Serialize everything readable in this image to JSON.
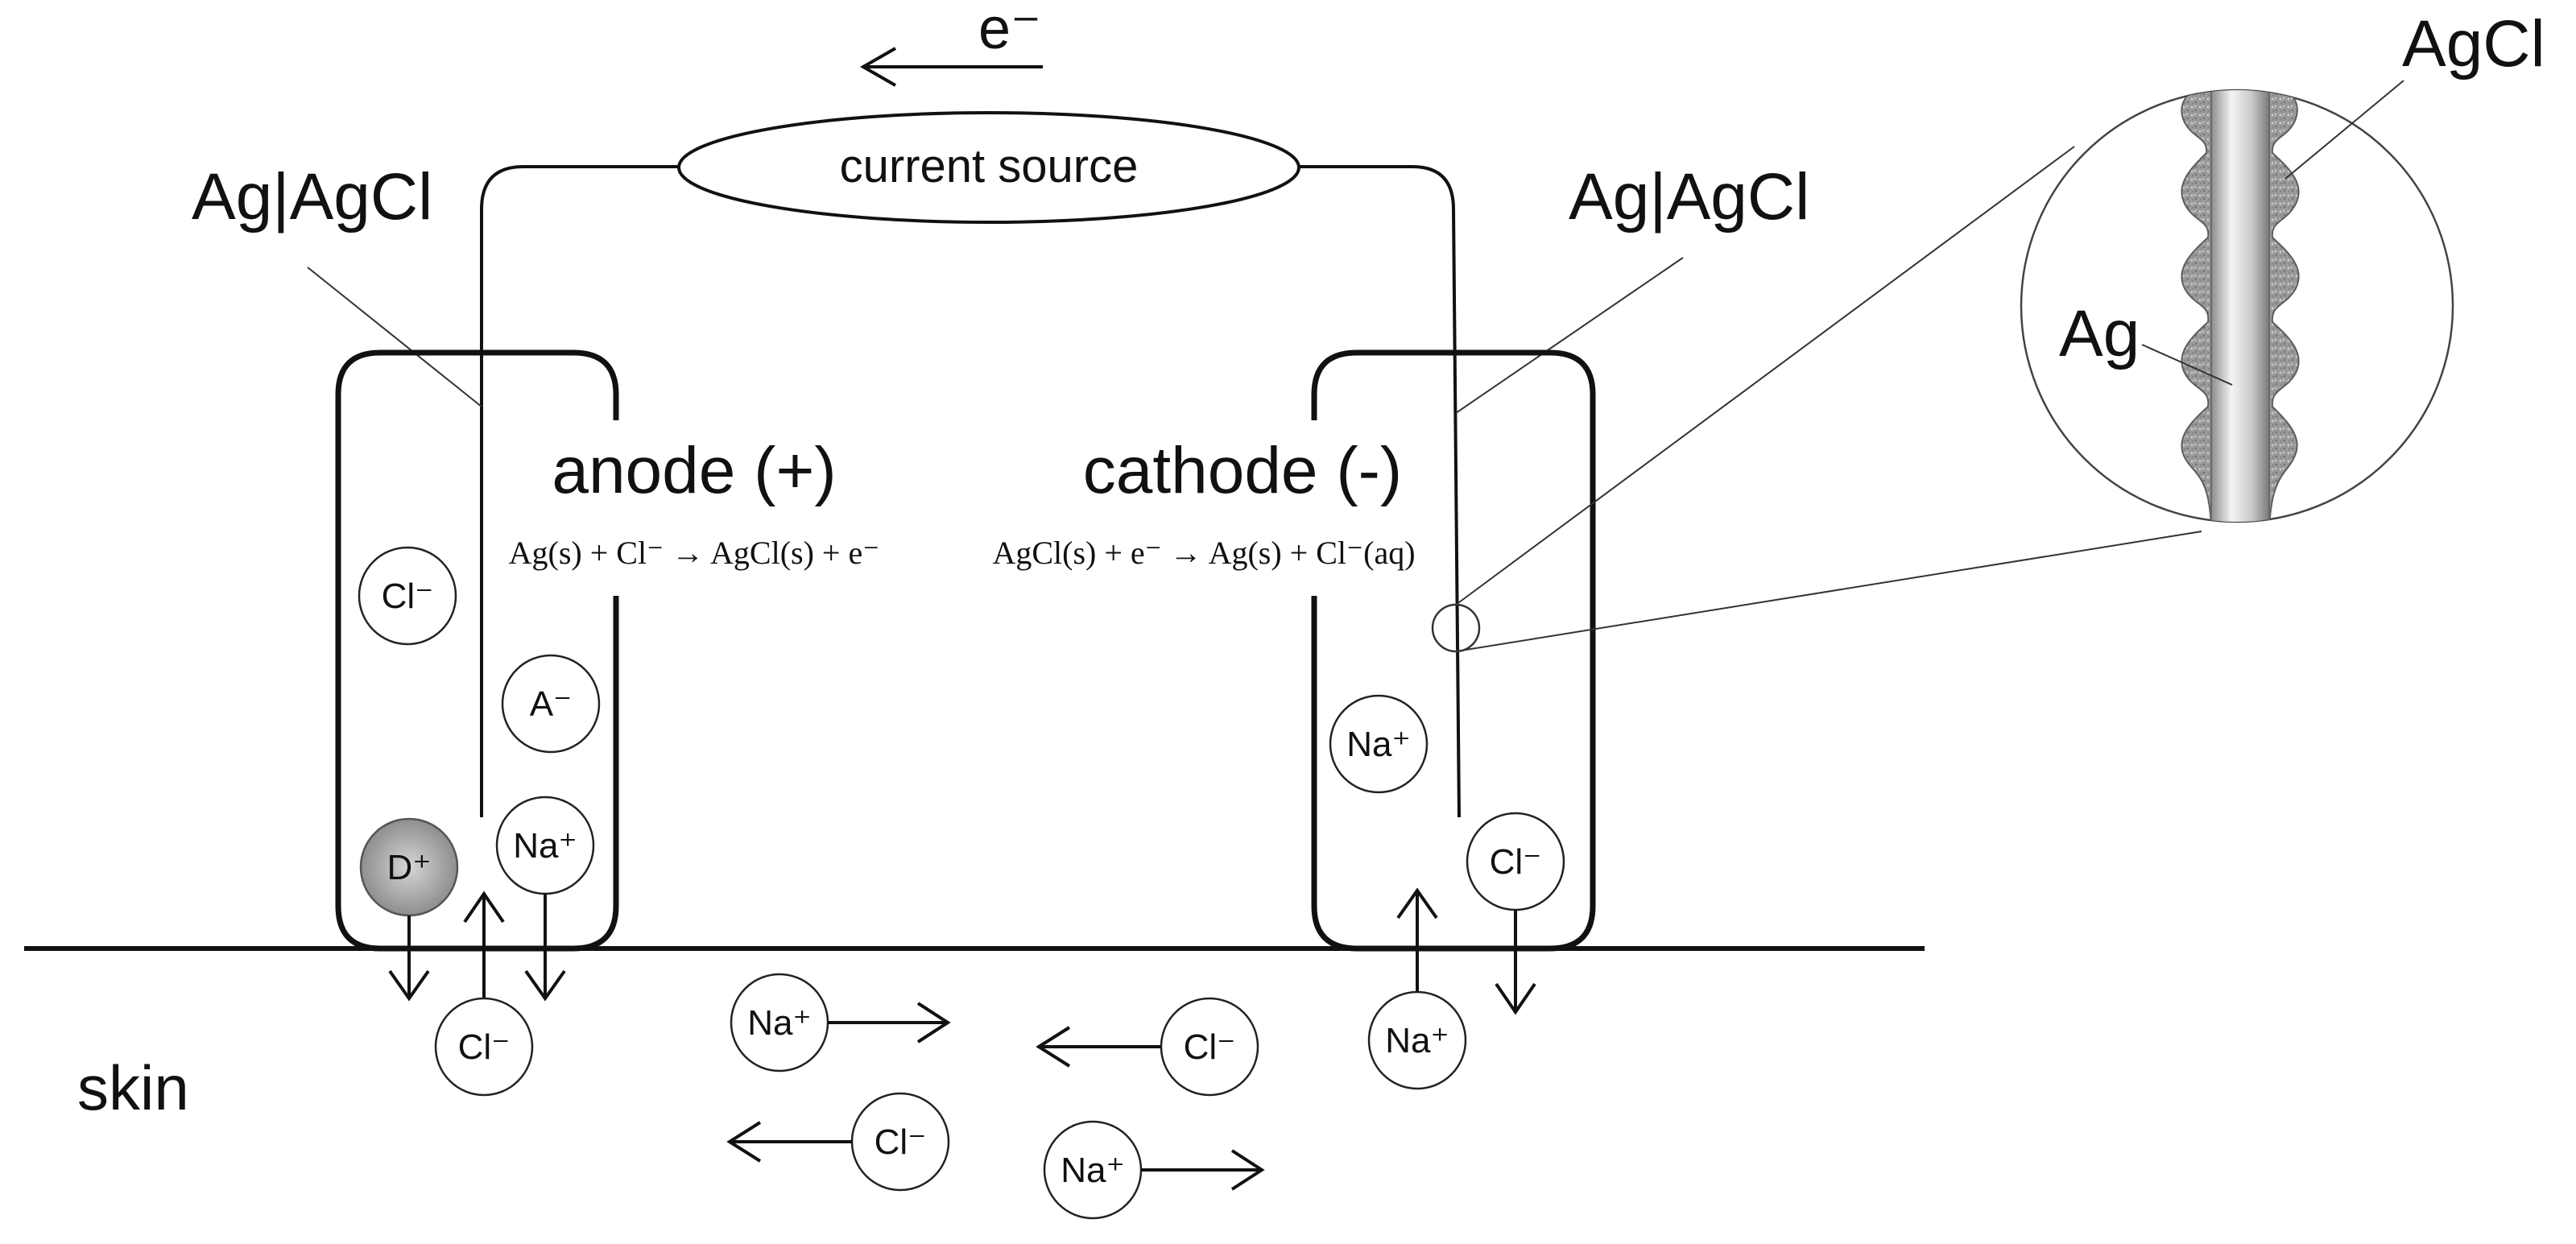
{
  "labels": {
    "electron": "e⁻",
    "current_source": "current source",
    "anode_electrode": "Ag|AgCl",
    "cathode_electrode": "Ag|AgCl",
    "anode": "anode (+)",
    "cathode": "cathode (-)",
    "anode_reaction": "Ag(s) + Cl⁻ → AgCl(s) + e⁻",
    "cathode_reaction": "AgCl(s) + e⁻ → Ag(s) + Cl⁻(aq)",
    "skin": "skin",
    "zoom_agcl": "AgCl",
    "zoom_ag": "Ag"
  },
  "ions": {
    "anode_cl": "Cl⁻",
    "anode_a": "A⁻",
    "anode_d": "D⁺",
    "anode_na": "Na⁺",
    "anode_skin_cl": "Cl⁻",
    "cathode_na": "Na⁺",
    "cathode_cl": "Cl⁻",
    "cathode_skin_na": "Na⁺",
    "skin_na_1": "Na⁺",
    "skin_cl_1": "Cl⁻",
    "skin_cl_2": "Cl⁻",
    "skin_na_2": "Na⁺"
  },
  "colors": {
    "drug_ion_fill": "#a9a9a9",
    "silver_rod": "#c8c8c8",
    "agcl_coating": "#8a8a8a"
  }
}
